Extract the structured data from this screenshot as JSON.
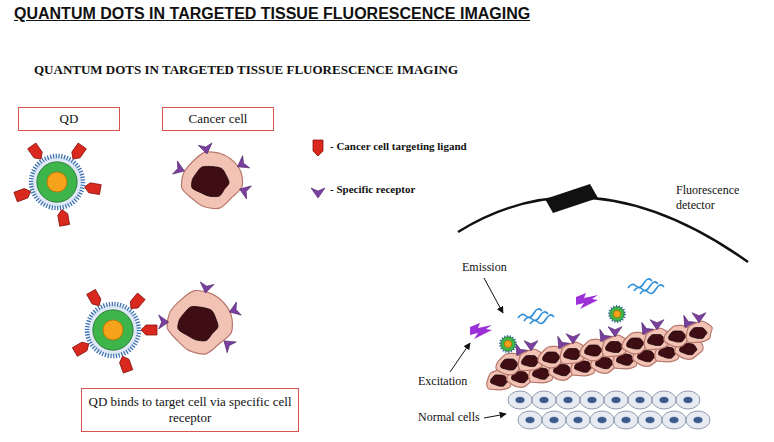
{
  "diagram": {
    "title": "QUANTUM DOTS IN TARGETED TISSUE FLUORESCENCE IMAGING",
    "nodes": [
      {
        "text": [
          "QD"
        ]
      },
      {
        "text": [
          "Cancer cell"
        ]
      },
      {
        "text": [
          "QD binds to target cell via specific cell receptor"
        ]
      }
    ],
    "labels": [
      "QUANTUM DOTS IN TARGETED TISSUE FLUORESCENCE IMAGING",
      "Fluorescence detector",
      "Emission",
      "Excitation",
      "Normal cells"
    ],
    "legend": [
      {
        "text": "- Cancer cell targeting ligand"
      },
      {
        "text": "- Specific receptor"
      }
    ]
  }
}
